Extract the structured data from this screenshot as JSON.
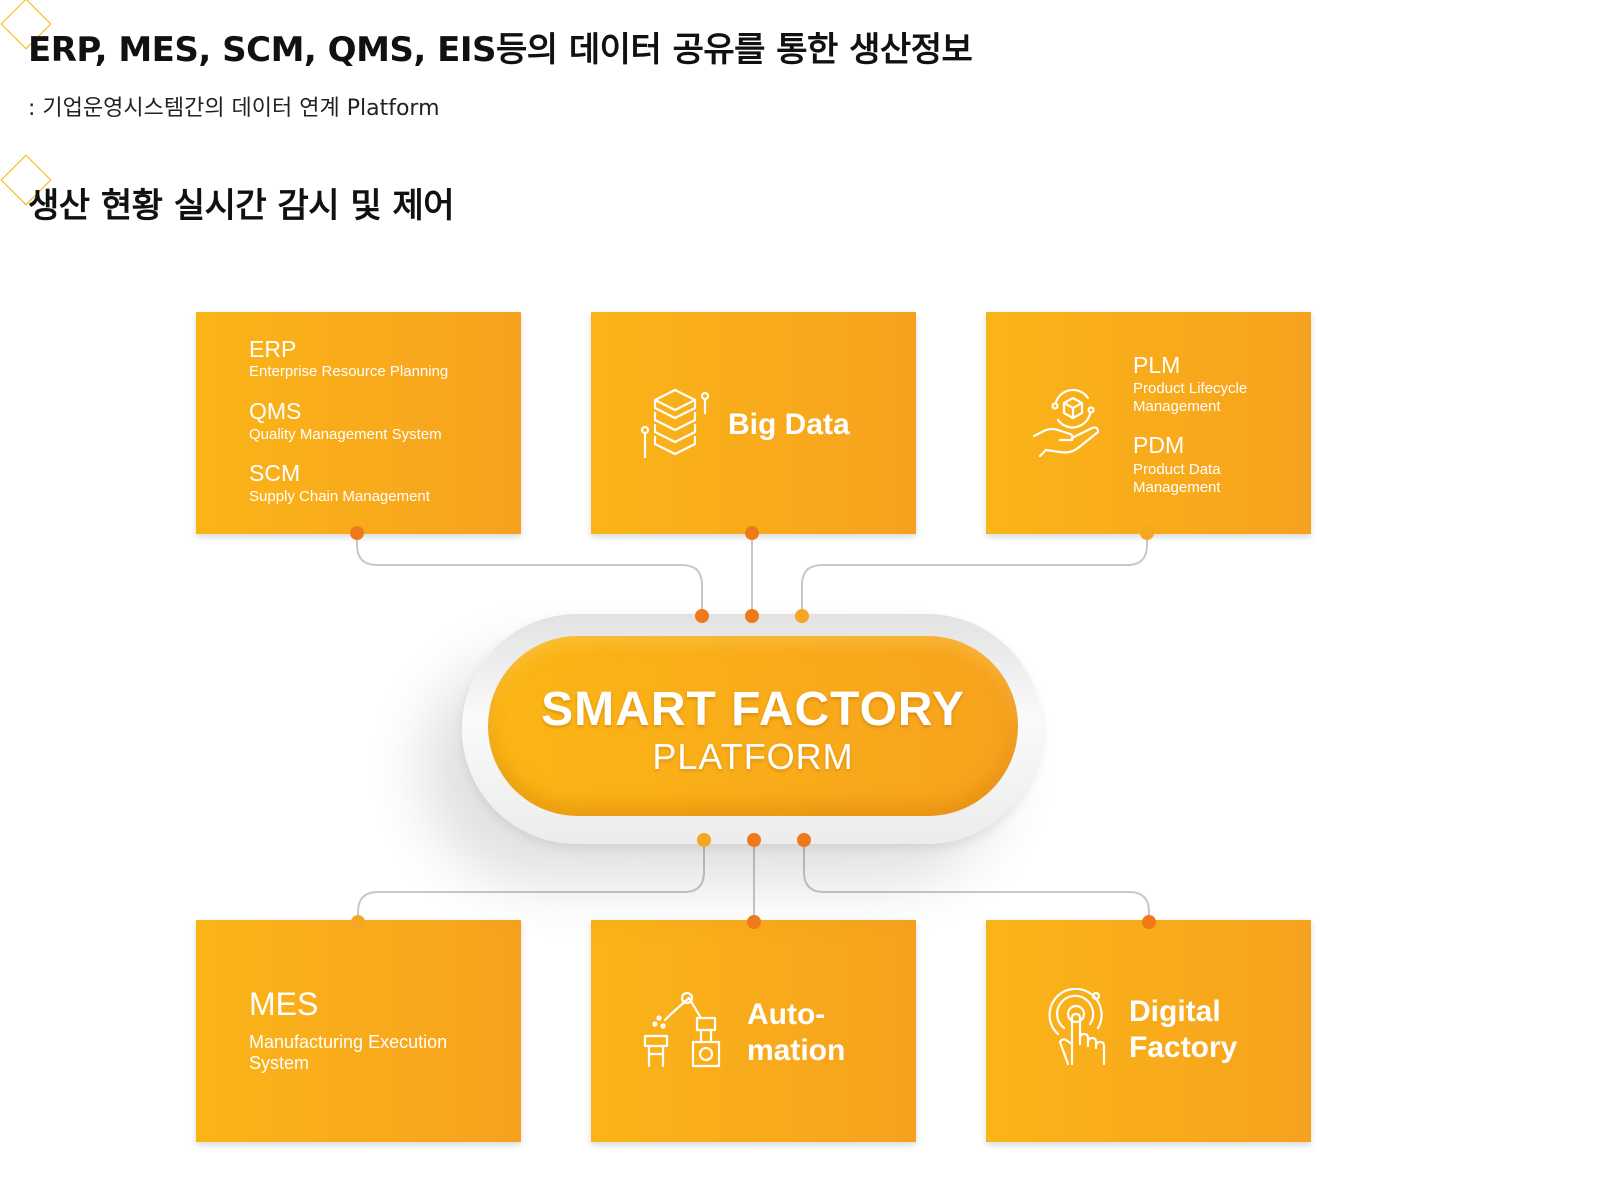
{
  "heading1": "ERP, MES, SCM, QMS, EIS등의 데이터 공유를 통한 생산정보",
  "subtitle1": ": 기업운영시스템간의 데이터 연계 Platform",
  "heading2": "생산 현황 실시간 감시 및 제어",
  "center": {
    "title": "SMART FACTORY",
    "subtitle": "PLATFORM"
  },
  "boxes": {
    "erp_group": {
      "items": [
        {
          "code": "ERP",
          "desc": "Enterprise Resource Planning"
        },
        {
          "code": "QMS",
          "desc": "Quality Management System"
        },
        {
          "code": "SCM",
          "desc": "Supply Chain Management"
        }
      ]
    },
    "big_data": {
      "label": "Big Data",
      "icon": "database-stack-icon"
    },
    "plm_group": {
      "icon": "hand-cube-icon",
      "items": [
        {
          "code": "PLM",
          "desc_line1": "Product Lifecycle",
          "desc_line2": "Management"
        },
        {
          "code": "PDM",
          "desc_line1": "Product Data",
          "desc_line2": "Management"
        }
      ]
    },
    "mes": {
      "code": "MES",
      "desc_line1": "Manufacturing Execution",
      "desc_line2": "System"
    },
    "automation": {
      "line1": "Auto-",
      "line2": "mation",
      "icon": "robot-arm-icon"
    },
    "digital_factory": {
      "line1": "Digital",
      "line2": "Factory",
      "icon": "touch-hand-icon"
    }
  },
  "colors": {
    "accent": "#f4b400",
    "box_start": "#fab418",
    "box_end": "#f7a21e",
    "dot_orange": "#f07a1a",
    "dot_yellow": "#f5a623",
    "line": "#c8c8c8"
  }
}
